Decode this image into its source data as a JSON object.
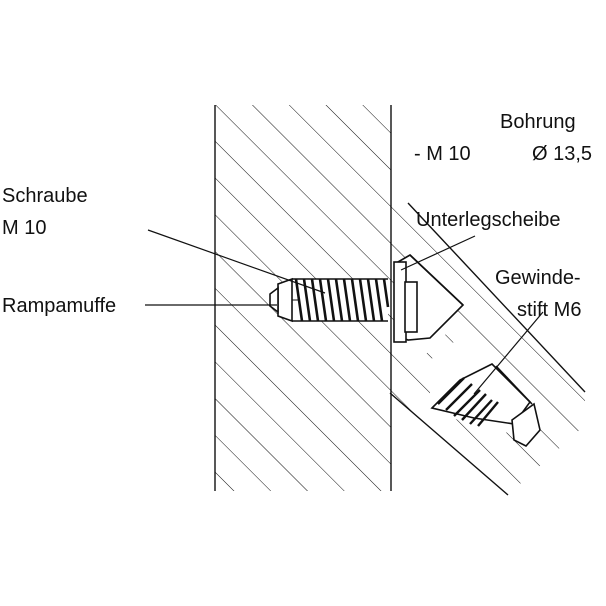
{
  "labels": {
    "schraube_line1": "Schraube",
    "schraube_line2": "M 10",
    "rampamuffe": "Rampamuffe",
    "m10": "- M 10",
    "bohrung_line1": "Bohrung",
    "bohrung_line2": "Ø 13,5",
    "unterlegscheibe": "Unterlegscheibe",
    "gewindestift_line1": "Gewinde-",
    "gewindestift_line2": "stift M6"
  },
  "colors": {
    "ink": "#111111",
    "background": "#ffffff"
  }
}
